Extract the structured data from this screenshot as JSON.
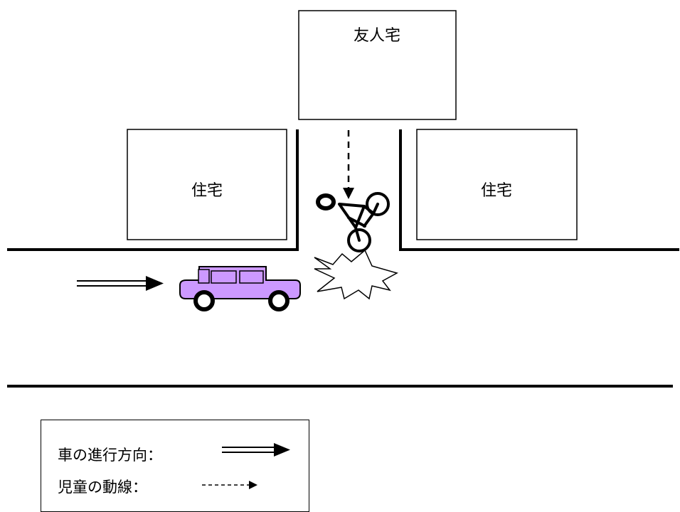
{
  "diagram": {
    "buildings": {
      "friend_house": "友人宅",
      "house_left": "住宅",
      "house_right": "住宅"
    },
    "legend": {
      "car_direction_label": "車の進行方向：",
      "child_path_label": "児童の動線："
    },
    "colors": {
      "car_body": "#cc99ff",
      "line": "#000000",
      "background": "#ffffff"
    },
    "icons": [
      "car-icon",
      "bicycle-icon",
      "collision-burst-icon",
      "double-arrow-icon",
      "dashed-arrow-icon"
    ]
  }
}
